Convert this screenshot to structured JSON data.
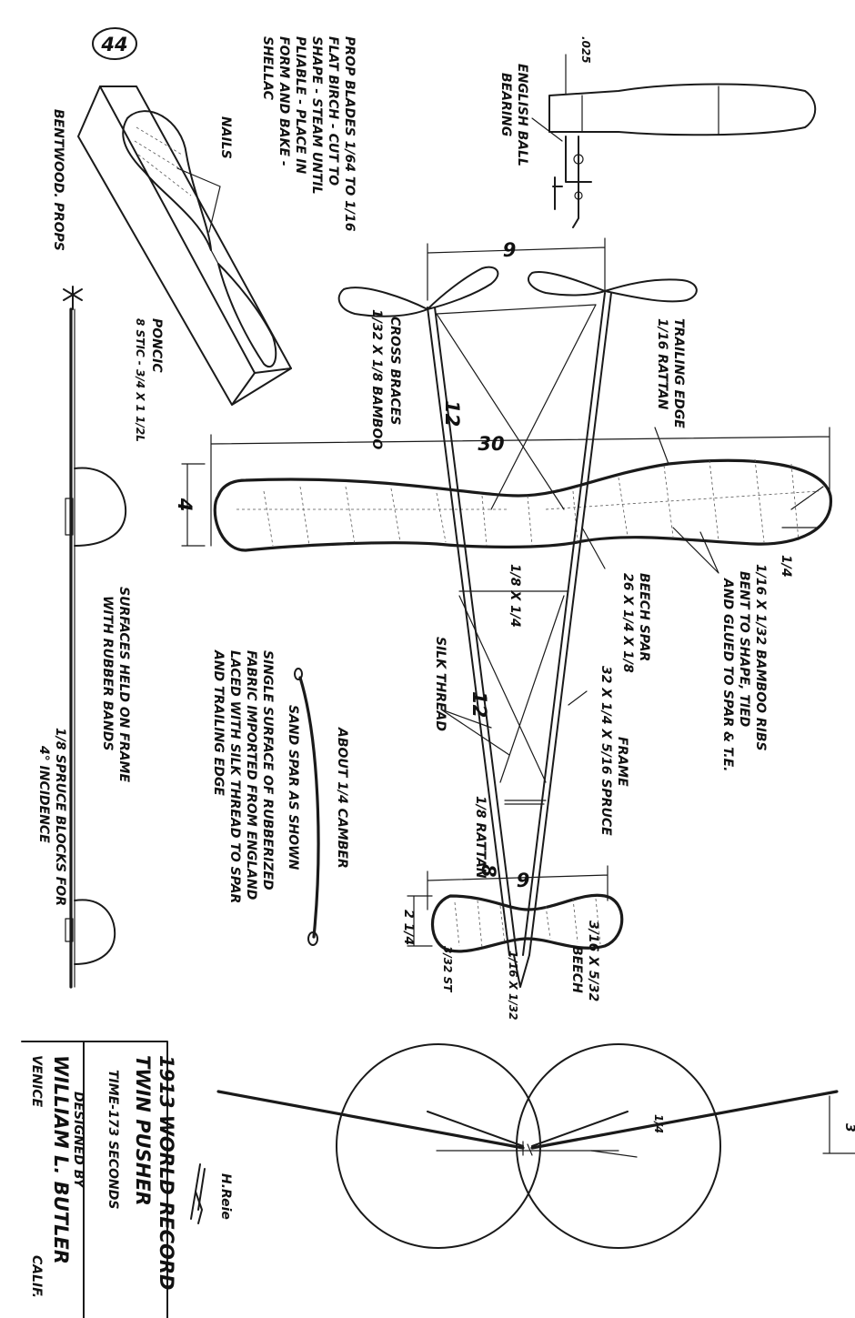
{
  "sheet": {
    "number": "44"
  },
  "title_block": {
    "line1": "1913 WORLD RECORD",
    "line2": "TWIN PUSHER",
    "line3": "TIME-173 SECONDS",
    "line4": "DESIGNED BY",
    "line5": "WILLIAM L. BUTLER",
    "line6": "VENICE",
    "line7": "CALIF."
  },
  "signature": "H.Reie",
  "labels": {
    "bentwood_props": "BENTWOOD. PROPS",
    "nails": "NAILS",
    "pine_block": "PONCIC",
    "pine_block_size": "8 STIC - 3/4 X 1 1/2L",
    "prop_blades": "PROP BLADES 1/64 TO 1/16",
    "prop_blades_2": "FLAT BIRCH - CUT TO",
    "prop_blades_3": "SHAPE - STEAM UNTIL",
    "prop_blades_4": "PLIABLE - PLACE IN",
    "prop_blades_5": "FORM AND BAKE -",
    "prop_blades_6": "SHELLAC",
    "english_ball_bearing": "ENGLISH BALL",
    "english_ball_bearing_2": "BEARING",
    "bearing_dim": ".025",
    "trailing_edge": "TRAILING EDGE",
    "trailing_edge_size": "1/16 RATTAN",
    "cross_braces": "CROSS BRACES",
    "cross_braces_size": "1/32 X 1/8 BAMBOO",
    "bamboo_ribs": "1/16 X 1/32 BAMBOO RIBS",
    "bamboo_ribs_2": "BENT TO SHAPE, TIED",
    "bamboo_ribs_3": "AND GLUED TO SPAR & T.E.",
    "le_size": "1/4",
    "beech_spar": "BEECH SPAR",
    "beech_spar_size": "26 X 1/4 X 1/8",
    "spar_section": "1/8 X 1/4",
    "frame": "FRAME",
    "frame_size": "32 X 1/4 X 5/16 SPRUCE",
    "silk_thread": "SILK THREAD",
    "rattan": "1/8 RATTAN",
    "beech_small": "3/16 X 5/32",
    "beech_small_2": "BEECH",
    "elev_dim_a": "1/16 X 1/32",
    "elev_dim_b": "3/32 ST",
    "camber": "ABOUT 1/4 CAMBER",
    "sand_spar": "SAND SPAR AS SHOWN",
    "fabric_1": "SINGLE SURFACE OF RUBBERIZED",
    "fabric_2": "FABRIC IMPORTED FROM ENGLAND",
    "fabric_3": "LACED WITH SILK THREAD TO SPAR",
    "fabric_4": "AND TRAILING EDGE",
    "surfaces_1": "SURFACES HELD ON FRAME",
    "surfaces_2": "WITH RUBBER BANDS",
    "spruce_blocks_1": "1/8 SPRUCE BLOCKS FOR",
    "spruce_blocks_2": "4° INCIDENCE",
    "dihedral": "1/4"
  },
  "dimensions": {
    "wing_span": "30",
    "wing_chord": "4",
    "prop_spacing": "9",
    "frame_front": "12",
    "frame_rear": "12",
    "elev_span": "9",
    "elev_to_wing": "8",
    "elev_chord": "2 1/4",
    "front_height": "3"
  }
}
